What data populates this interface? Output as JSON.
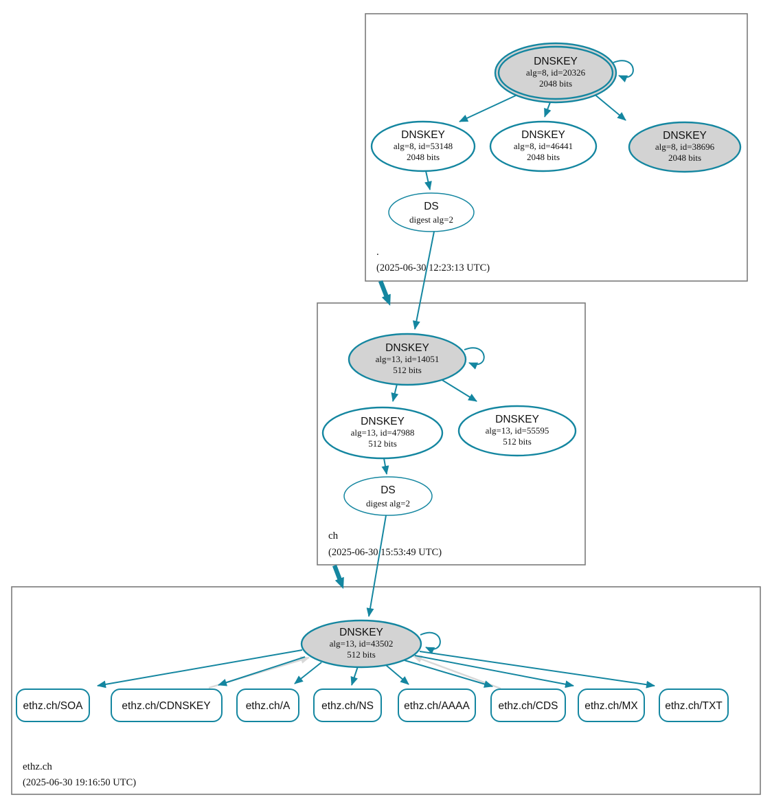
{
  "colors": {
    "secure_edge": "#1486a0",
    "reference_edge_gray": "#d8d8d8",
    "ksk_fill": "#d3d3d3",
    "node_fill": "#ffffff",
    "zone_border": "#7a7a7a",
    "text": "#000000"
  },
  "zones": [
    {
      "name": ".",
      "timestamp": "(2025-06-30 12:23:13 UTC)",
      "nodes": {
        "ksk": {
          "type": "DNSKEY",
          "detail": "alg=8, id=20326",
          "bits": "2048 bits"
        },
        "zsk1": {
          "type": "DNSKEY",
          "detail": "alg=8, id=53148",
          "bits": "2048 bits"
        },
        "zsk2": {
          "type": "DNSKEY",
          "detail": "alg=8, id=46441",
          "bits": "2048 bits"
        },
        "ksk2": {
          "type": "DNSKEY",
          "detail": "alg=8, id=38696",
          "bits": "2048 bits"
        },
        "ds": {
          "type": "DS",
          "detail": "digest alg=2"
        }
      }
    },
    {
      "name": "ch",
      "timestamp": "(2025-06-30 15:53:49 UTC)",
      "nodes": {
        "ksk": {
          "type": "DNSKEY",
          "detail": "alg=13, id=14051",
          "bits": "512 bits"
        },
        "zsk1": {
          "type": "DNSKEY",
          "detail": "alg=13, id=47988",
          "bits": "512 bits"
        },
        "zsk2": {
          "type": "DNSKEY",
          "detail": "alg=13, id=55595",
          "bits": "512 bits"
        },
        "ds": {
          "type": "DS",
          "detail": "digest alg=2"
        }
      }
    },
    {
      "name": "ethz.ch",
      "timestamp": "(2025-06-30 19:16:50 UTC)",
      "nodes": {
        "ksk": {
          "type": "DNSKEY",
          "detail": "alg=13, id=43502",
          "bits": "512 bits"
        }
      },
      "rrsets": [
        "ethz.ch/SOA",
        "ethz.ch/CDNSKEY",
        "ethz.ch/A",
        "ethz.ch/NS",
        "ethz.ch/AAAA",
        "ethz.ch/CDS",
        "ethz.ch/MX",
        "ethz.ch/TXT"
      ]
    }
  ]
}
